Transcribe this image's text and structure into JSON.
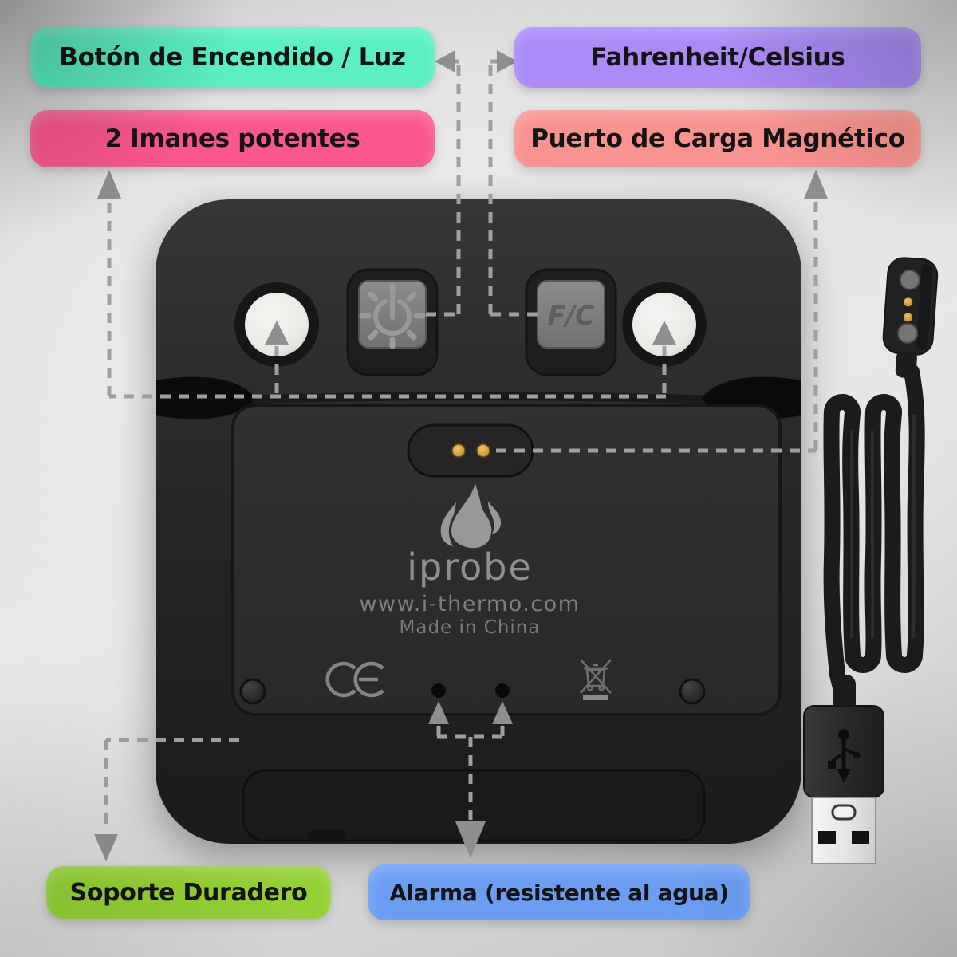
{
  "callouts": {
    "power_light": {
      "label": "Botón de Encendido / Luz",
      "color": "#5BEFC3"
    },
    "fahrenheit_celsius": {
      "label": "Fahrenheit/Celsius",
      "color": "#AB8BF7"
    },
    "magnets": {
      "label": "2 Imanes potentes",
      "color": "#FB578D"
    },
    "charging_port": {
      "label": "Puerto de Carga Magnético",
      "color": "#F9938F"
    },
    "stand": {
      "label": "Soporte Duradero",
      "color": "#93D134"
    },
    "alarm": {
      "label": "Alarma (resistente al agua)",
      "color": "#6B9EF3"
    }
  },
  "device": {
    "brand": "iprobe",
    "website": "www.i-thermo.com",
    "origin": "Made in China",
    "fc_button_label": "F/C",
    "ce_mark": "CE",
    "icons": {
      "logo": "flame-icon",
      "power_button": "power-light-icon",
      "fc_button": "fc-toggle-button",
      "magnet_left": "magnet-circle-button",
      "magnet_right": "magnet-circle-button",
      "charging_contacts": "gold-pogo-pins",
      "weee": "crossed-out-bin-icon",
      "alarm_holes": "alarm-hole"
    }
  },
  "accessory": {
    "magnetic_connector": "magnetic-charging-connector",
    "cable": "coiled-black-cable",
    "usb_plug": "usb-a-plug",
    "usb_symbol": "usb-trident-icon"
  },
  "style": {
    "dashed_line_color": "#9F9F9F",
    "arrow_color": "#8F8F8F",
    "device_body_color": "#262626",
    "brand_text_color": "#8F8F8F"
  }
}
